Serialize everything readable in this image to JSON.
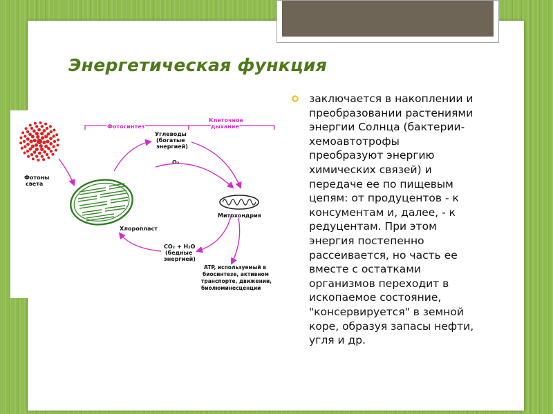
{
  "slide": {
    "title": "Энергетическая функция",
    "bullets": [
      {
        "lines": [
          "заключается в накоплении и",
          "преобразовании растениями",
          "энергии Солнца (бактерии-",
          "хемоавтотрофы",
          "преобразуют энергию",
          "химических связей) и",
          "передаче ее по пищевым",
          "цепям: от продуцентов - к",
          "консументам и, далее, - к",
          "редуцентам. При этом",
          "энергия постепенно",
          "рассеивается, но часть ее",
          "вместе с остатками",
          "организмов переходит в",
          "ископаемое состояние,",
          "\"консервируется\" в земной",
          "коре, образуя запасы нефти,",
          "угля и др."
        ]
      }
    ]
  },
  "figure": {
    "labels": {
      "photons": [
        "Фотоны",
        "света"
      ],
      "photosynthesis": "Фотосинтез",
      "respiration": [
        "Клеточное",
        "дыхание"
      ],
      "carbs": [
        "Углеводы",
        "(богатые",
        "энергией)"
      ],
      "o2": "O₂",
      "chloroplast": "Хлоропласт",
      "mitochondria": "Митохондрия",
      "co2": [
        "CO₂ + H₂O",
        "(бедные",
        "энергией)"
      ],
      "atp": [
        "ATP, используемый в",
        "биосинтезе, активном",
        "транспорте, движении,",
        "биолюминесценции"
      ]
    }
  },
  "colors": {
    "background": "#8fbc4e",
    "title": "#4d7a18",
    "bullet": "#f2c21a",
    "arrow": "#d42bc9",
    "photon": "#e02020",
    "chloroplast": "#3a8a2c",
    "tab": "#6f6557"
  }
}
